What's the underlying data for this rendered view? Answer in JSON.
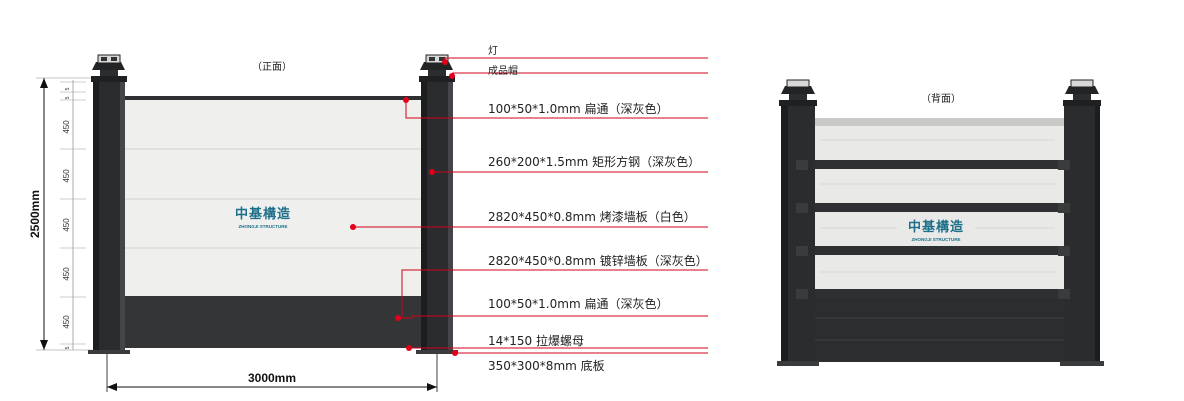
{
  "front": {
    "caption": "（正面）",
    "dimension_height": "2500mm",
    "dimension_width": "3000mm",
    "section_heights": [
      "450",
      "450",
      "450",
      "450",
      "450"
    ],
    "small_ticks": [
      "5",
      "5",
      "5"
    ],
    "logo_text": "中基構造",
    "logo_sub": "ZHONGJI STRUCTURE"
  },
  "back": {
    "caption": "（背面）",
    "logo_text": "中基構造",
    "logo_sub": "ZHONGJI STRUCTURE"
  },
  "callouts": [
    "灯",
    "成品帽",
    "100*50*1.0mm 扁通（深灰色）",
    "260*200*1.5mm 矩形方钢（深灰色）",
    "2820*450*0.8mm 烤漆墙板（白色）",
    "2820*450*0.8mm 镀锌墙板（深灰色）",
    "100*50*1.0mm 扁通（深灰色）",
    "14*150 拉爆螺母",
    "350*300*8mm 底板"
  ],
  "colors": {
    "post": "#2b2c2e",
    "panel_white": "#eeeeec",
    "panel_dark": "#343537",
    "callout_line": "#d0021b",
    "logo": "#1d6f8a"
  }
}
